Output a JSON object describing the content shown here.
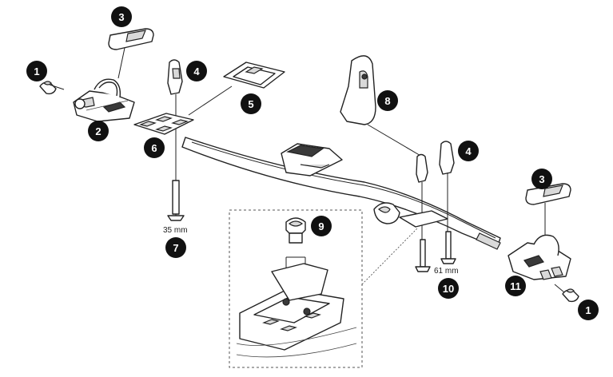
{
  "callouts": [
    "1",
    "2",
    "3",
    "4",
    "5",
    "6",
    "7",
    "8",
    "9",
    "10",
    "11"
  ],
  "dimensions": {
    "short_bolt": "35 mm",
    "long_bolt": "61 mm"
  },
  "colors": {
    "ink": "#111111",
    "paper": "#ffffff"
  }
}
